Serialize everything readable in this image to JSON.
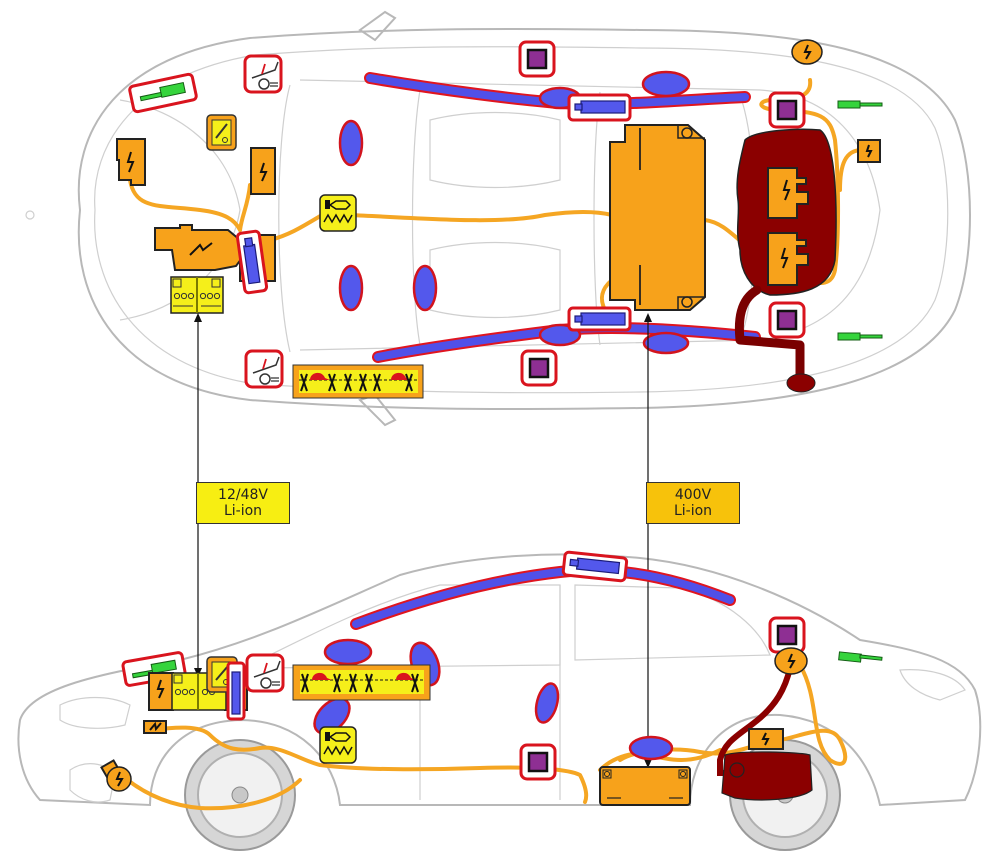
{
  "diagram": {
    "title": "Vehicle rescue sheet — top and side view",
    "views": [
      "top-view",
      "side-view"
    ],
    "colors": {
      "high_voltage_component": "#f7a21b",
      "high_voltage_battery": "#f7a21b",
      "low_voltage_battery": "#f5ef1a",
      "airbag": "#5358ec",
      "airbag_outline": "#d2141e",
      "gas_generator": "#5358ec",
      "seatbelt_pretensioner_frame": "#d9141e",
      "control_unit": "#8e2f93",
      "hv_cable": "#f5a623",
      "fuel_tank": "#8b0000",
      "gas_strut": "#35d43c",
      "hv_disconnect_label": "#f7ee12"
    }
  },
  "labels": {
    "battery_low_voltage": {
      "line1": "12/48V",
      "line2": "Li-ion"
    },
    "battery_high_voltage": {
      "line1": "400V",
      "line2": "Li-ion"
    }
  },
  "icons": {
    "hv_warning": "high-voltage-bolt",
    "fuse": "fuse-icon",
    "hood_release": "bonnet-pedestrian-protection-icon",
    "cutting_zone": "cut-zone-strip-icon",
    "firefighter_helmet": "fire-helmet-icon",
    "battery_terminals": "battery-icon",
    "heater": "pta-heater-icon",
    "seatbelt_tensioner": "pretensioner-icon",
    "gas_strut": "gas-spring-icon",
    "control_unit": "airbag-control-unit-icon",
    "fuel_tank": "fuel-tank-icon",
    "charging_socket": "charging-socket-icon"
  }
}
